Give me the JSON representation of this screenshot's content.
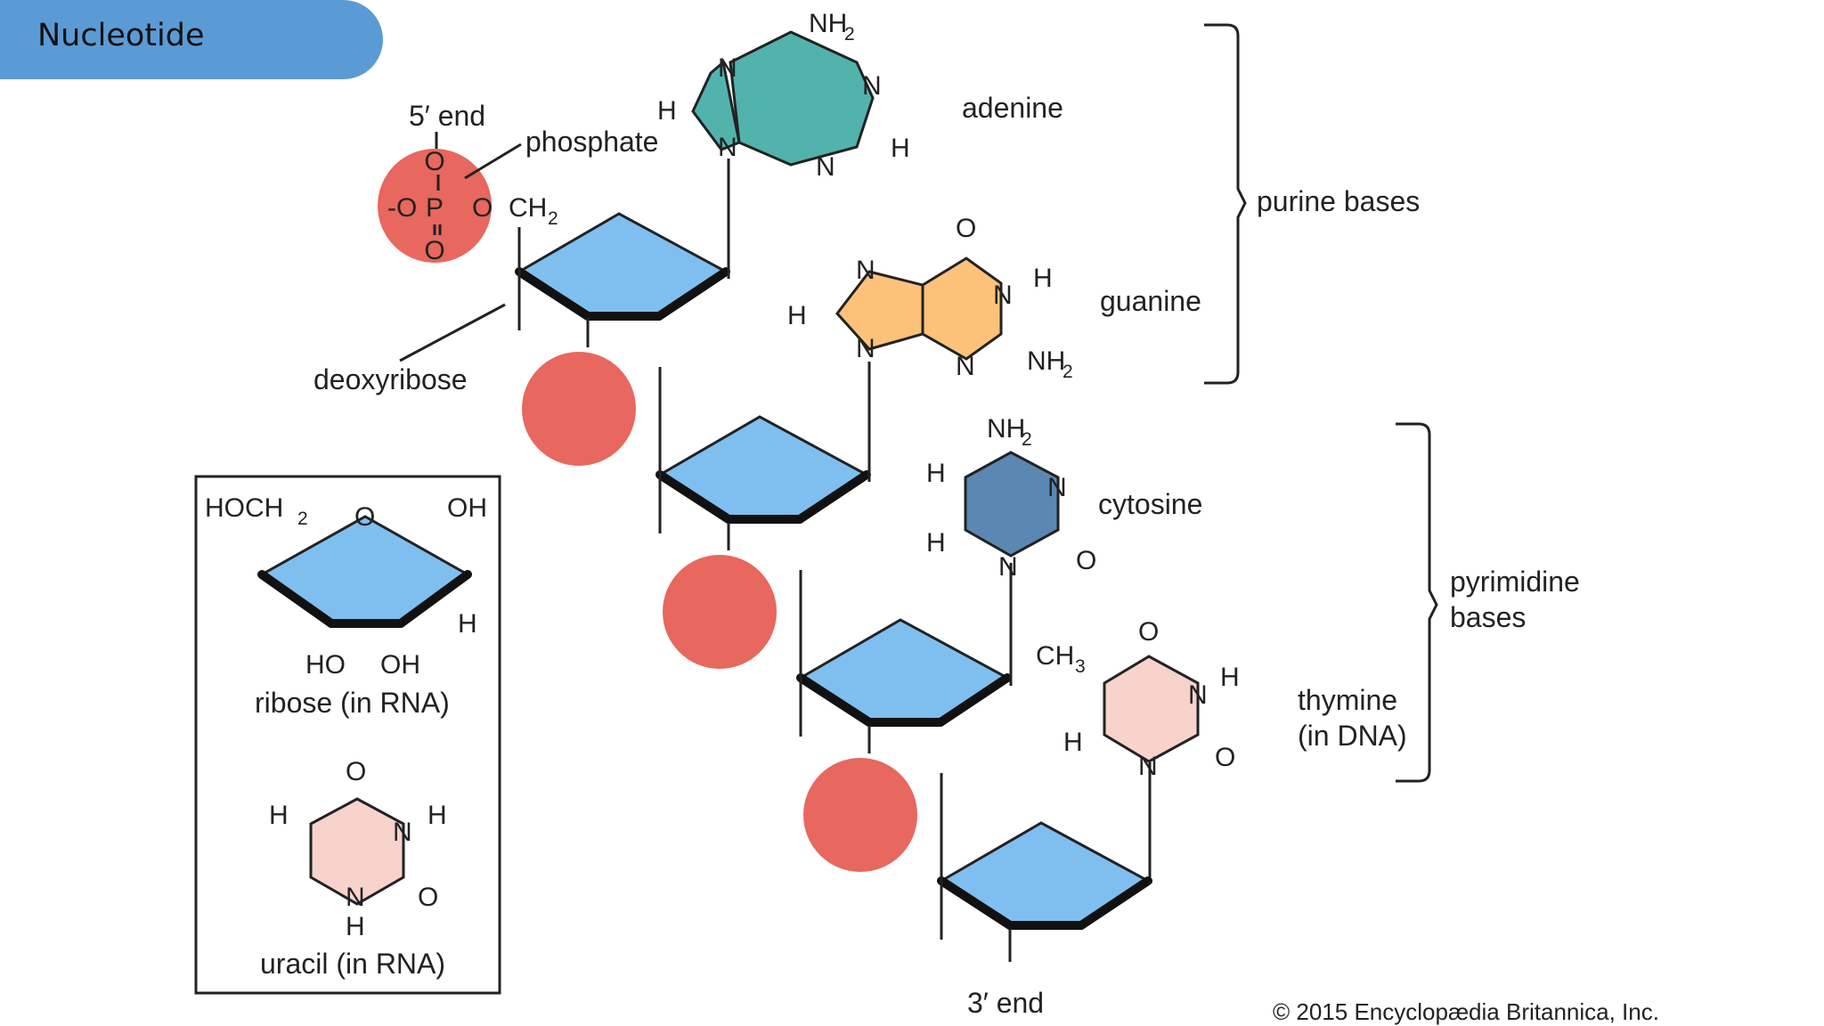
{
  "header": {
    "title": "Nucleotide"
  },
  "labels": {
    "five_prime_end": "5′ end",
    "three_prime_end": "3′ end",
    "phosphate": "phosphate",
    "deoxyribose": "deoxyribose",
    "adenine": "adenine",
    "guanine": "guanine",
    "cytosine": "cytosine",
    "purine_bases": "purine bases",
    "pyrimidine_line1": "pyrimidine",
    "pyrimidine_line2": "bases",
    "thymine_line1": "thymine",
    "thymine_line2": "(in DNA)",
    "ribose_caption": "ribose (in RNA)",
    "uracil_caption": "uracil (in RNA)",
    "copyright": "© 2015 Encyclopædia Britannica, Inc."
  },
  "atoms": {
    "H": "H",
    "O": "O",
    "N": "N",
    "P": "P",
    "NH": "NH",
    "CH": "CH",
    "HO": "HO",
    "OH": "OH",
    "HOCH": "HOCH",
    "two": "2",
    "three": "3",
    "minus": "-"
  },
  "colors": {
    "title_tab": "#5b9bd5",
    "phosphate": "#e8675e",
    "sugar": "#7fbff0",
    "adenine": "#52b3ad",
    "guanine": "#fcc27a",
    "cytosine": "#5a88b3",
    "thymine": "#f7d3cb",
    "uracil": "#f7d3cb"
  }
}
